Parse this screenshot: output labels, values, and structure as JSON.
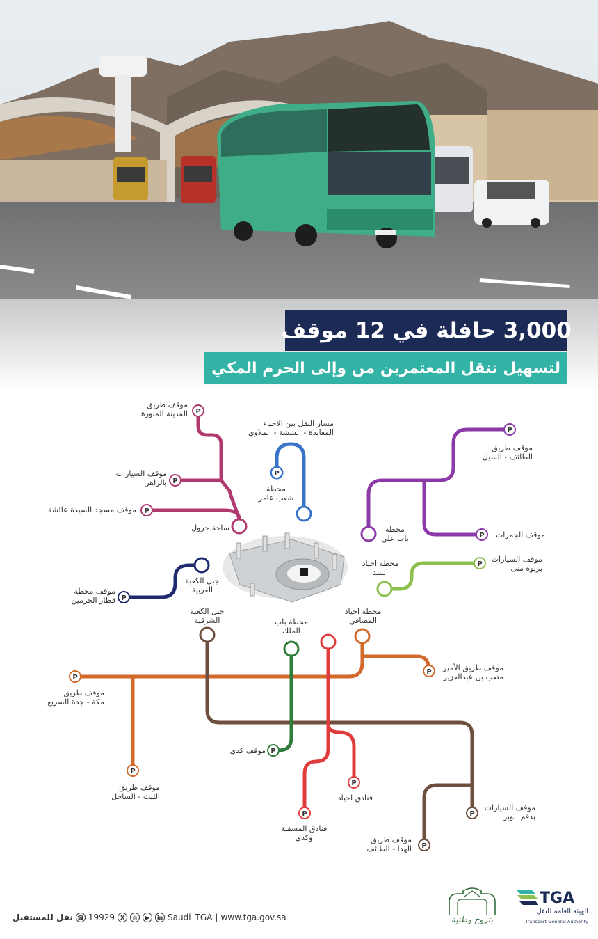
{
  "header": {
    "title": "3,000 حافلة في 12 موقف",
    "subtitle": "لتسهيل تنقل المعتمرين من وإلى الحرم المكي"
  },
  "colors": {
    "navy": "#1c2b55",
    "teal": "#33b3a6",
    "magenta": "#b03a6f",
    "blue": "#3a74c9",
    "purple": "#8c3aa8",
    "lime": "#8cc04e",
    "dark_navy": "#1f2a6e",
    "orange": "#d26a2c",
    "brown": "#6e4e3e",
    "green": "#2e7d3a",
    "red": "#e03c3c"
  },
  "parking_glyph": "P",
  "labels": {
    "madinah_road": "موقف طريق\nالمدينة المنورة",
    "zaher_cars": "موقف السيارات\nبالزاهر",
    "aisha_mosque": "موقف مسجد السيدة عائشة",
    "jarwal": "ساحة جرول",
    "transport_route": "مسار النقل بين الاحياء\nالمعابدة - الششة - الملاوي",
    "shab_amer": "محطة\nشعب عامر",
    "taif_seil": "موقف طريق\nالطائف - السيل",
    "bab_ali": "محطة\nباب علي",
    "jamarat": "موقف الجمرات",
    "ajyad_sad": "محطة اجياد\nالسد",
    "mina_cars": "موقف السيارات\nبربوة منى",
    "west_kaaba": "جبل الكعبة\nالغربية",
    "haramain_train": "موقف محطة\nقطار الحرمين",
    "east_kaaba": "جبل الكعبة\nالشرقية",
    "bab_malik": "محطة باب\nالملك",
    "ajyad_masafi": "محطة اجياد\nالمصافي",
    "mitab_road": "موقف طريق الأمير\nمتعب بن عبدالعزيز",
    "makkah_jeddah": "موقف طريق\nمكة - جدة السريع",
    "kudai": "موقف كدي",
    "laith_sahel": "موقف طريق\nالليث - الساحل",
    "ajyad_hotels": "فنادق اجياد",
    "masfalah_hotels": "فنادق المسفلة\nوكدي",
    "wabr_cars": "موقف السيارات\nبدقم الوبر",
    "hada_taif": "موقف طريق\nالهدا - الطائف"
  },
  "footer": {
    "slogan": "نقل للمستقبل",
    "phone": "19929",
    "handle": "Saudi_TGA",
    "separator": "|",
    "website": "www.tga.gov.sa",
    "tga_short": "TGA",
    "tga_arabic": "الهيئة العامة للنقل",
    "tga_english": "Transport General Authority",
    "vision_text": "بتروح وطنية"
  }
}
